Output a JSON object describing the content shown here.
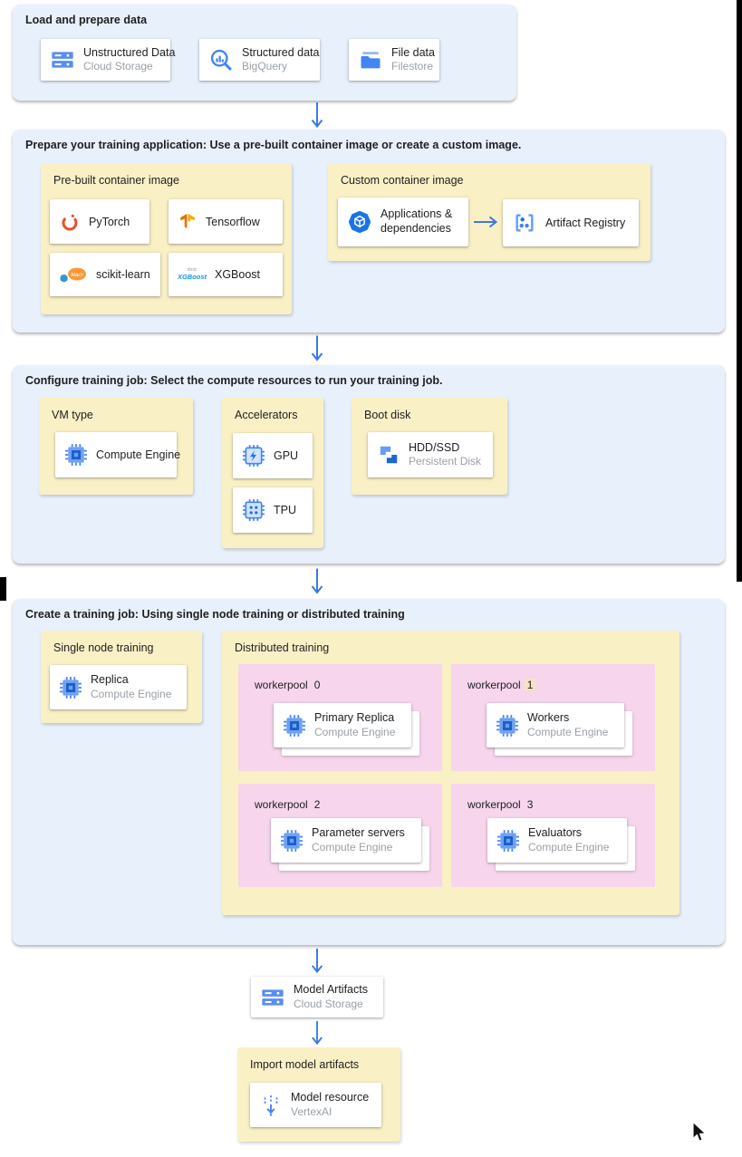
{
  "colors": {
    "section_bg": "#E8F0FC",
    "group_bg": "#FAF0C5",
    "pool_bg": "#F7D5EC",
    "accent_blue": "#4285F4",
    "arrow_blue": "#3B78E8",
    "subtext_gray": "#9AA0A6",
    "text_dark": "#202124",
    "highlight_tan": "#F8E0C4",
    "pytorch_orange": "#EE4C2C",
    "tensorflow_orange": "#F6820D",
    "xgboost_blue": "#0C9BDB"
  },
  "sections": {
    "load": {
      "title": "Load and prepare data",
      "cards": [
        {
          "icon": "cloud-storage",
          "label": "Unstructured Data",
          "sublabel": "Cloud Storage"
        },
        {
          "icon": "bigquery",
          "label": "Structured data",
          "sublabel": "BigQuery"
        },
        {
          "icon": "filestore",
          "label": "File data",
          "sublabel": "Filestore"
        }
      ]
    },
    "prepare": {
      "title": "Prepare your training application: Use a pre-built container image or create a custom image.",
      "prebuilt": {
        "title": "Pre-built container image",
        "cards": [
          {
            "icon": "pytorch",
            "label": "PyTorch"
          },
          {
            "icon": "tensorflow",
            "label": "Tensorflow"
          },
          {
            "icon": "scikit-learn",
            "label": "scikit-learn",
            "logo_text": "learn"
          },
          {
            "icon": "xgboost",
            "label": "XGBoost",
            "logo_top": "dmlc",
            "logo_text": "XGBoost"
          }
        ]
      },
      "custom": {
        "title": "Custom container image",
        "cards": [
          {
            "icon": "applications-dependencies",
            "label": "Applications & dependencies"
          },
          {
            "icon": "artifact-registry",
            "label": "Artifact Registry"
          }
        ]
      }
    },
    "configure": {
      "title": "Configure training job: Select the compute resources to run your training job.",
      "groups": [
        {
          "title": "VM type",
          "cards": [
            {
              "icon": "compute-engine",
              "label": "Compute Engine"
            }
          ]
        },
        {
          "title": "Accelerators",
          "cards": [
            {
              "icon": "gpu",
              "label": "GPU"
            },
            {
              "icon": "tpu",
              "label": "TPU"
            }
          ]
        },
        {
          "title": "Boot disk",
          "cards": [
            {
              "icon": "persistent-disk",
              "label": "HDD/SSD",
              "sublabel": "Persistent Disk"
            }
          ]
        }
      ]
    },
    "create": {
      "title": "Create a training job: Using single node training or distributed training",
      "single": {
        "title": "Single node training",
        "card": {
          "icon": "compute-engine",
          "label": "Replica",
          "sublabel": "Compute Engine"
        }
      },
      "distributed": {
        "title": "Distributed training",
        "workerpools": [
          {
            "name": "workerpool",
            "number": "0",
            "number_highlighted": false,
            "card": {
              "icon": "compute-engine",
              "label": "Primary Replica",
              "sublabel": "Compute Engine"
            }
          },
          {
            "name": "workerpool",
            "number": "1",
            "number_highlighted": true,
            "card": {
              "icon": "compute-engine",
              "label": "Workers",
              "sublabel": "Compute Engine"
            }
          },
          {
            "name": "workerpool",
            "number": "2",
            "number_highlighted": false,
            "card": {
              "icon": "compute-engine",
              "label": "Parameter servers",
              "sublabel": "Compute Engine"
            }
          },
          {
            "name": "workerpool",
            "number": "3",
            "number_highlighted": false,
            "card": {
              "icon": "compute-engine",
              "label": "Evaluators",
              "sublabel": "Compute Engine"
            }
          }
        ]
      }
    }
  },
  "flow": {
    "model_artifacts_card": {
      "icon": "cloud-storage",
      "label": "Model Artifacts",
      "sublabel": "Cloud Storage"
    },
    "import_box": {
      "title": "Import model artifacts",
      "card": {
        "icon": "vertex-ai",
        "label": "Model resource",
        "sublabel": "VertexAI"
      }
    }
  },
  "icon_names": [
    "cloud-storage-icon",
    "bigquery-icon",
    "filestore-icon",
    "pytorch-icon",
    "tensorflow-icon",
    "scikit-learn-icon",
    "xgboost-icon",
    "applications-dependencies-icon",
    "artifact-registry-icon",
    "compute-engine-icon",
    "gpu-icon",
    "tpu-icon",
    "persistent-disk-icon",
    "vertex-ai-icon",
    "down-arrow-icon",
    "right-arrow-icon",
    "mouse-cursor-icon"
  ]
}
